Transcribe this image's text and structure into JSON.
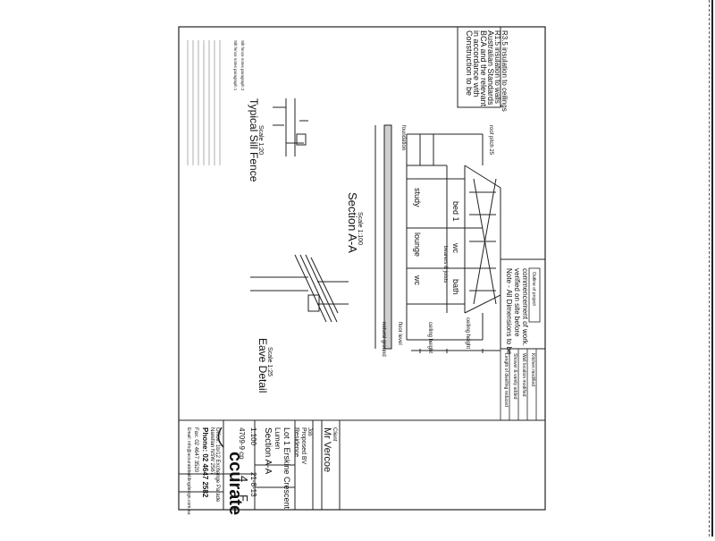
{
  "notes_box": {
    "line1": "Construction to be",
    "line2": "in accordance with",
    "line3": "BCA and the relevant",
    "line4": "Australian Standards",
    "line5": "R1.5 insulation to walls",
    "line6": "R3.5 insulation to ceilings"
  },
  "sill_notes": [
    "Silt fence notes paragraph 1",
    "Silt fence notes paragraph 2"
  ],
  "sill": {
    "title": "Typical Sill Fence",
    "scale": "Scale 1:20"
  },
  "section": {
    "title": "Section A-A",
    "scale": "Scale 1:100"
  },
  "eave": {
    "title": "Eave Detail",
    "scale": "Scale 1:25"
  },
  "rooms": {
    "bed1": "bed 1",
    "wc1": "wc",
    "bath": "bath",
    "study": "study",
    "lounge": "lounge",
    "wc2": "wc"
  },
  "labels": {
    "floor_level": "floor level",
    "ceiling_height": "ceiling height",
    "ceiling_height2": "ceiling height",
    "roof_pitch": "roof pitch 25",
    "bearers": "bearers & joists",
    "foundation": "foundation",
    "natural_ground": "natural ground"
  },
  "notes_right": {
    "title": "Note - All Dimensions to be",
    "line2": "verified on site before",
    "line3": "commencement of work.",
    "outline": "Outline of project"
  },
  "revisions": [
    "Length of dwelling reduced",
    "Shower & vanity added",
    "Wall location modified",
    "Kitchen modified"
  ],
  "title_block": {
    "client_label": "Client",
    "client": "Mr Vercoe",
    "job_label": "Job",
    "job": "Proposed BV",
    "job2": "Residence",
    "address": "Lot 1 Erskine Crescent",
    "suburb": "Lumen",
    "sheet": "Section A-A",
    "scale": "1:100",
    "date": "21-8-13",
    "drawing_no": "4709-9 cp",
    "page": "4",
    "rev": "F",
    "brand": "ccurate",
    "office": "Office: 1b/12 Exchange Parade",
    "office2": "Narellan NSW 2567",
    "phone": "Phone: 02 4647 2582",
    "fax": "Fax: 02 4647 3520",
    "email": "Email: info@accuratebuildingdesign.com.au"
  }
}
